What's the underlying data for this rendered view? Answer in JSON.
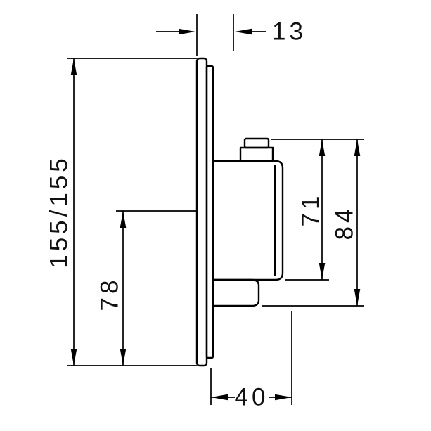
{
  "page": {
    "background_color": "#ffffff",
    "line_color": "#000000",
    "text_color": "#111111"
  },
  "drawing": {
    "dimensions": {
      "plate_offset_depth": "13",
      "plate_height": "155/155",
      "handle_center_from_bottom": "78",
      "handle_body_height": "71",
      "handle_total_height": "84",
      "total_projection": "40"
    }
  }
}
